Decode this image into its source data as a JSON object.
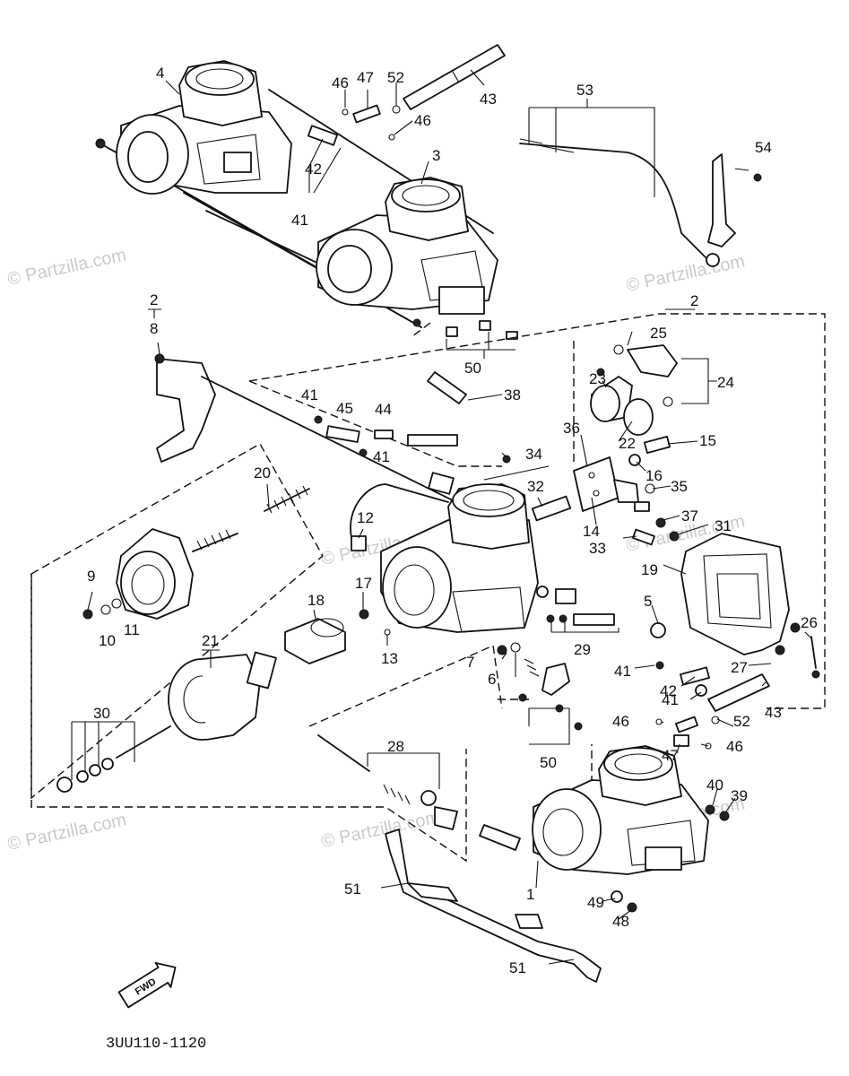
{
  "diagram": {
    "drawing_code": "3UU110-1120",
    "watermark": "© Partzilla.com",
    "fwd_label": "FWD"
  },
  "callouts": [
    {
      "id": "c1",
      "label": "1"
    },
    {
      "id": "c2a",
      "label": "2"
    },
    {
      "id": "c2b",
      "label": "2"
    },
    {
      "id": "c3",
      "label": "3"
    },
    {
      "id": "c4",
      "label": "4"
    },
    {
      "id": "c5",
      "label": "5"
    },
    {
      "id": "c6",
      "label": "6"
    },
    {
      "id": "c7",
      "label": "7"
    },
    {
      "id": "c8",
      "label": "8"
    },
    {
      "id": "c9",
      "label": "9"
    },
    {
      "id": "c10",
      "label": "10"
    },
    {
      "id": "c11",
      "label": "11"
    },
    {
      "id": "c12",
      "label": "12"
    },
    {
      "id": "c13",
      "label": "13"
    },
    {
      "id": "c14",
      "label": "14"
    },
    {
      "id": "c15",
      "label": "15"
    },
    {
      "id": "c16",
      "label": "16"
    },
    {
      "id": "c17",
      "label": "17"
    },
    {
      "id": "c18",
      "label": "18"
    },
    {
      "id": "c19",
      "label": "19"
    },
    {
      "id": "c20",
      "label": "20"
    },
    {
      "id": "c21",
      "label": "21"
    },
    {
      "id": "c22",
      "label": "22"
    },
    {
      "id": "c23",
      "label": "23"
    },
    {
      "id": "c24",
      "label": "24"
    },
    {
      "id": "c25",
      "label": "25"
    },
    {
      "id": "c26",
      "label": "26"
    },
    {
      "id": "c27",
      "label": "27"
    },
    {
      "id": "c28",
      "label": "28"
    },
    {
      "id": "c29",
      "label": "29"
    },
    {
      "id": "c30",
      "label": "30"
    },
    {
      "id": "c31",
      "label": "31"
    },
    {
      "id": "c32",
      "label": "32"
    },
    {
      "id": "c33",
      "label": "33"
    },
    {
      "id": "c34",
      "label": "34"
    },
    {
      "id": "c35",
      "label": "35"
    },
    {
      "id": "c36",
      "label": "36"
    },
    {
      "id": "c37",
      "label": "37"
    },
    {
      "id": "c38",
      "label": "38"
    },
    {
      "id": "c39",
      "label": "39"
    },
    {
      "id": "c40",
      "label": "40"
    },
    {
      "id": "c41a",
      "label": "41"
    },
    {
      "id": "c41b",
      "label": "41"
    },
    {
      "id": "c41c",
      "label": "41"
    },
    {
      "id": "c41d",
      "label": "41"
    },
    {
      "id": "c41e",
      "label": "41"
    },
    {
      "id": "c42a",
      "label": "42"
    },
    {
      "id": "c42b",
      "label": "42"
    },
    {
      "id": "c43a",
      "label": "43"
    },
    {
      "id": "c43b",
      "label": "43"
    },
    {
      "id": "c44",
      "label": "44"
    },
    {
      "id": "c45",
      "label": "45"
    },
    {
      "id": "c46a",
      "label": "46"
    },
    {
      "id": "c46b",
      "label": "46"
    },
    {
      "id": "c46c",
      "label": "46"
    },
    {
      "id": "c46d",
      "label": "46"
    },
    {
      "id": "c47a",
      "label": "47"
    },
    {
      "id": "c47b",
      "label": "47"
    },
    {
      "id": "c48",
      "label": "48"
    },
    {
      "id": "c49",
      "label": "49"
    },
    {
      "id": "c50a",
      "label": "50"
    },
    {
      "id": "c50b",
      "label": "50"
    },
    {
      "id": "c51a",
      "label": "51"
    },
    {
      "id": "c51b",
      "label": "51"
    },
    {
      "id": "c52a",
      "label": "52"
    },
    {
      "id": "c52b",
      "label": "52"
    },
    {
      "id": "c53",
      "label": "53"
    },
    {
      "id": "c54",
      "label": "54"
    }
  ]
}
